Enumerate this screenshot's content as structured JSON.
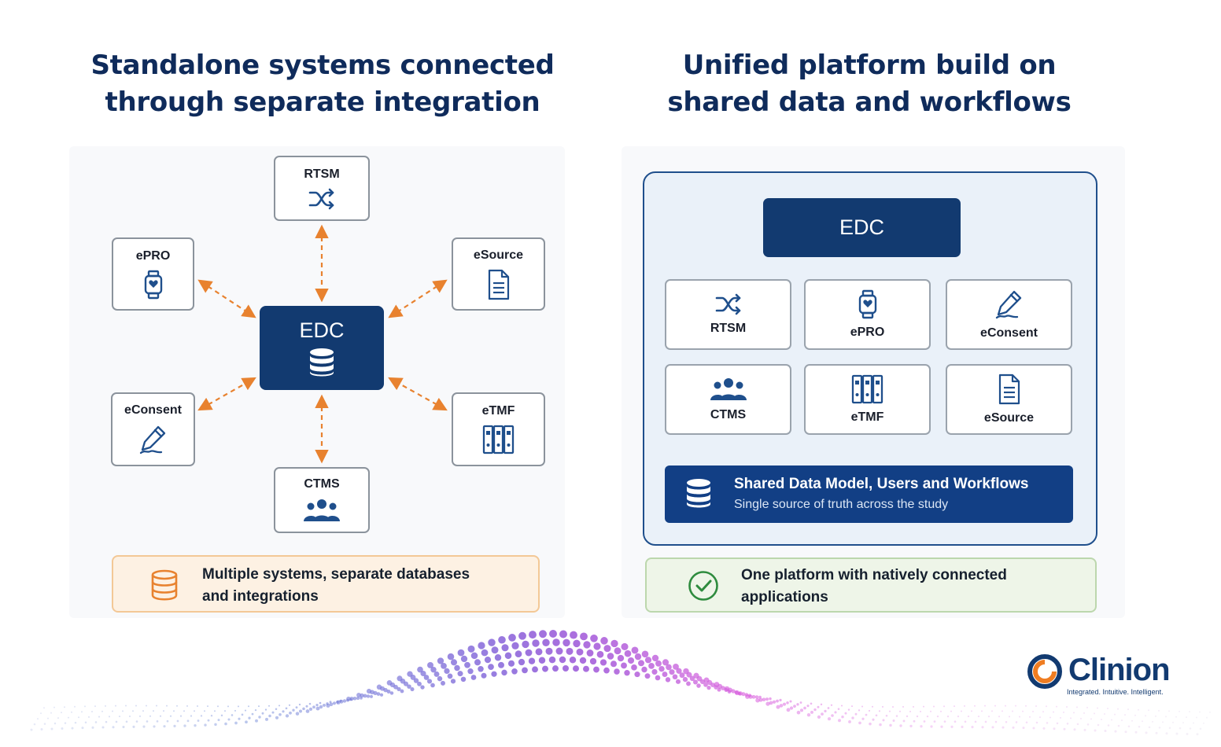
{
  "left": {
    "title_line1": "Standalone systems connected",
    "title_line2": "through separate integration",
    "hub_label": "EDC",
    "nodes": {
      "rtsm": "RTSM",
      "epro": "ePRO",
      "esource": "eSource",
      "econsent": "eConsent",
      "etmf": "eTMF",
      "ctms": "CTMS"
    },
    "note_line1": "Multiple systems, separate databases",
    "note_line2": "and integrations"
  },
  "right": {
    "title_line1": "Unified platform build on",
    "title_line2": "shared data and workflows",
    "edc_label": "EDC",
    "tiles": [
      "RTSM",
      "ePRO",
      "eConsent",
      "CTMS",
      "eTMF",
      "eSource"
    ],
    "shared_title": "Shared Data Model, Users and Workflows",
    "shared_subtitle": "Single source of truth across the study",
    "note_line1": "One platform with natively connected",
    "note_line2": "applications"
  },
  "logo": {
    "name": "Clinion",
    "tagline": "Integrated. Intuitive. Intelligent."
  },
  "colors": {
    "navy": "#123a70",
    "arrow_orange": "#e8822f",
    "check_green": "#2e8b3e"
  }
}
